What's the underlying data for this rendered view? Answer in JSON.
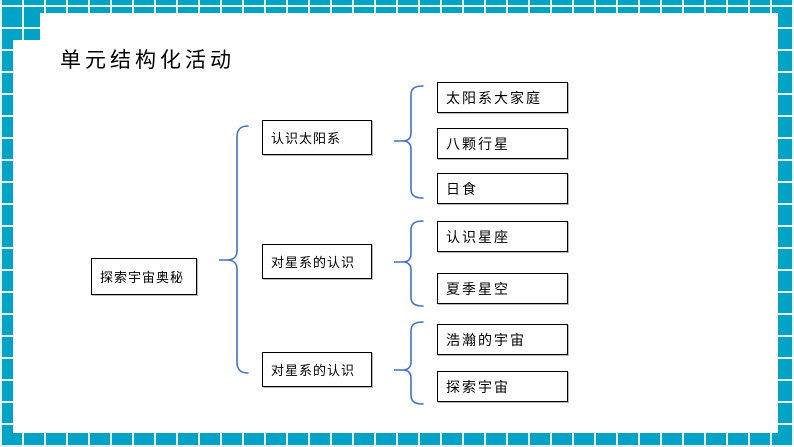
{
  "page": {
    "title": "单元结构化活动"
  },
  "theme": {
    "frame_teal": "#00A2C6",
    "frame_gridline": "#FFFFFF",
    "brace_blue": "#4472C4",
    "box_border": "#000000",
    "slide_background": "#FFFFFF"
  },
  "diagram": {
    "root": {
      "label": "探索宇宙奥秘"
    },
    "branches": [
      {
        "label": "认识太阳系",
        "children": [
          "太阳系大家庭",
          "八颗行星",
          "日食"
        ]
      },
      {
        "label": "对星系的认识",
        "children": [
          "认识星座",
          "夏季星空"
        ]
      },
      {
        "label": "对星系的认识",
        "children": [
          "浩瀚的宇宙",
          "探索宇宙"
        ]
      }
    ]
  }
}
